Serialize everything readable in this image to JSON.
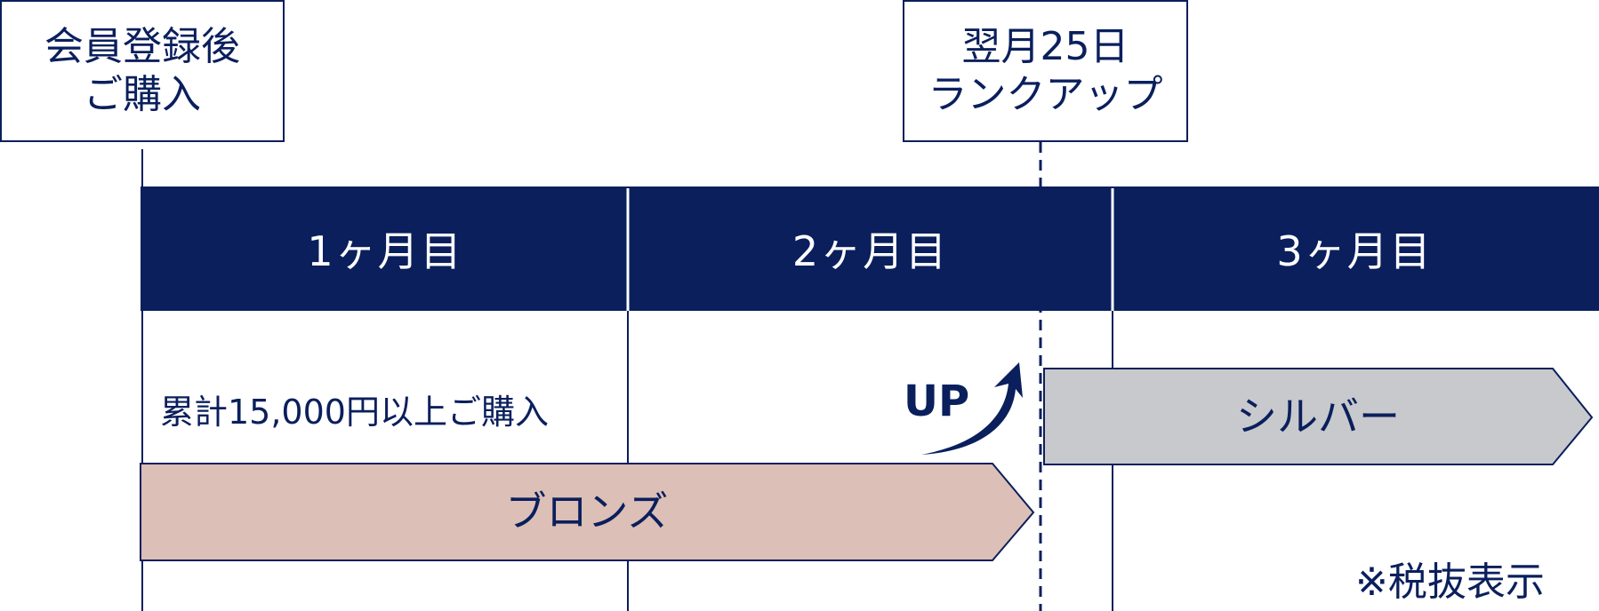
{
  "start_label": {
    "line1": "会員登録後",
    "line2": "ご購入"
  },
  "rankup_label": {
    "line1": "翌月25日",
    "line2": "ランクアップ"
  },
  "months": [
    "1ヶ月目",
    "2ヶ月目",
    "3ヶ月目"
  ],
  "condition_text": "累計15,000円以上ご購入",
  "up_text": "UP",
  "ranks": {
    "bronze": "ブロンズ",
    "silver": "シルバー"
  },
  "note": "※税抜表示",
  "colors": {
    "navy": "#0a1f5c",
    "bronze": "#dcbfb6",
    "silver": "#c8c9cc"
  }
}
